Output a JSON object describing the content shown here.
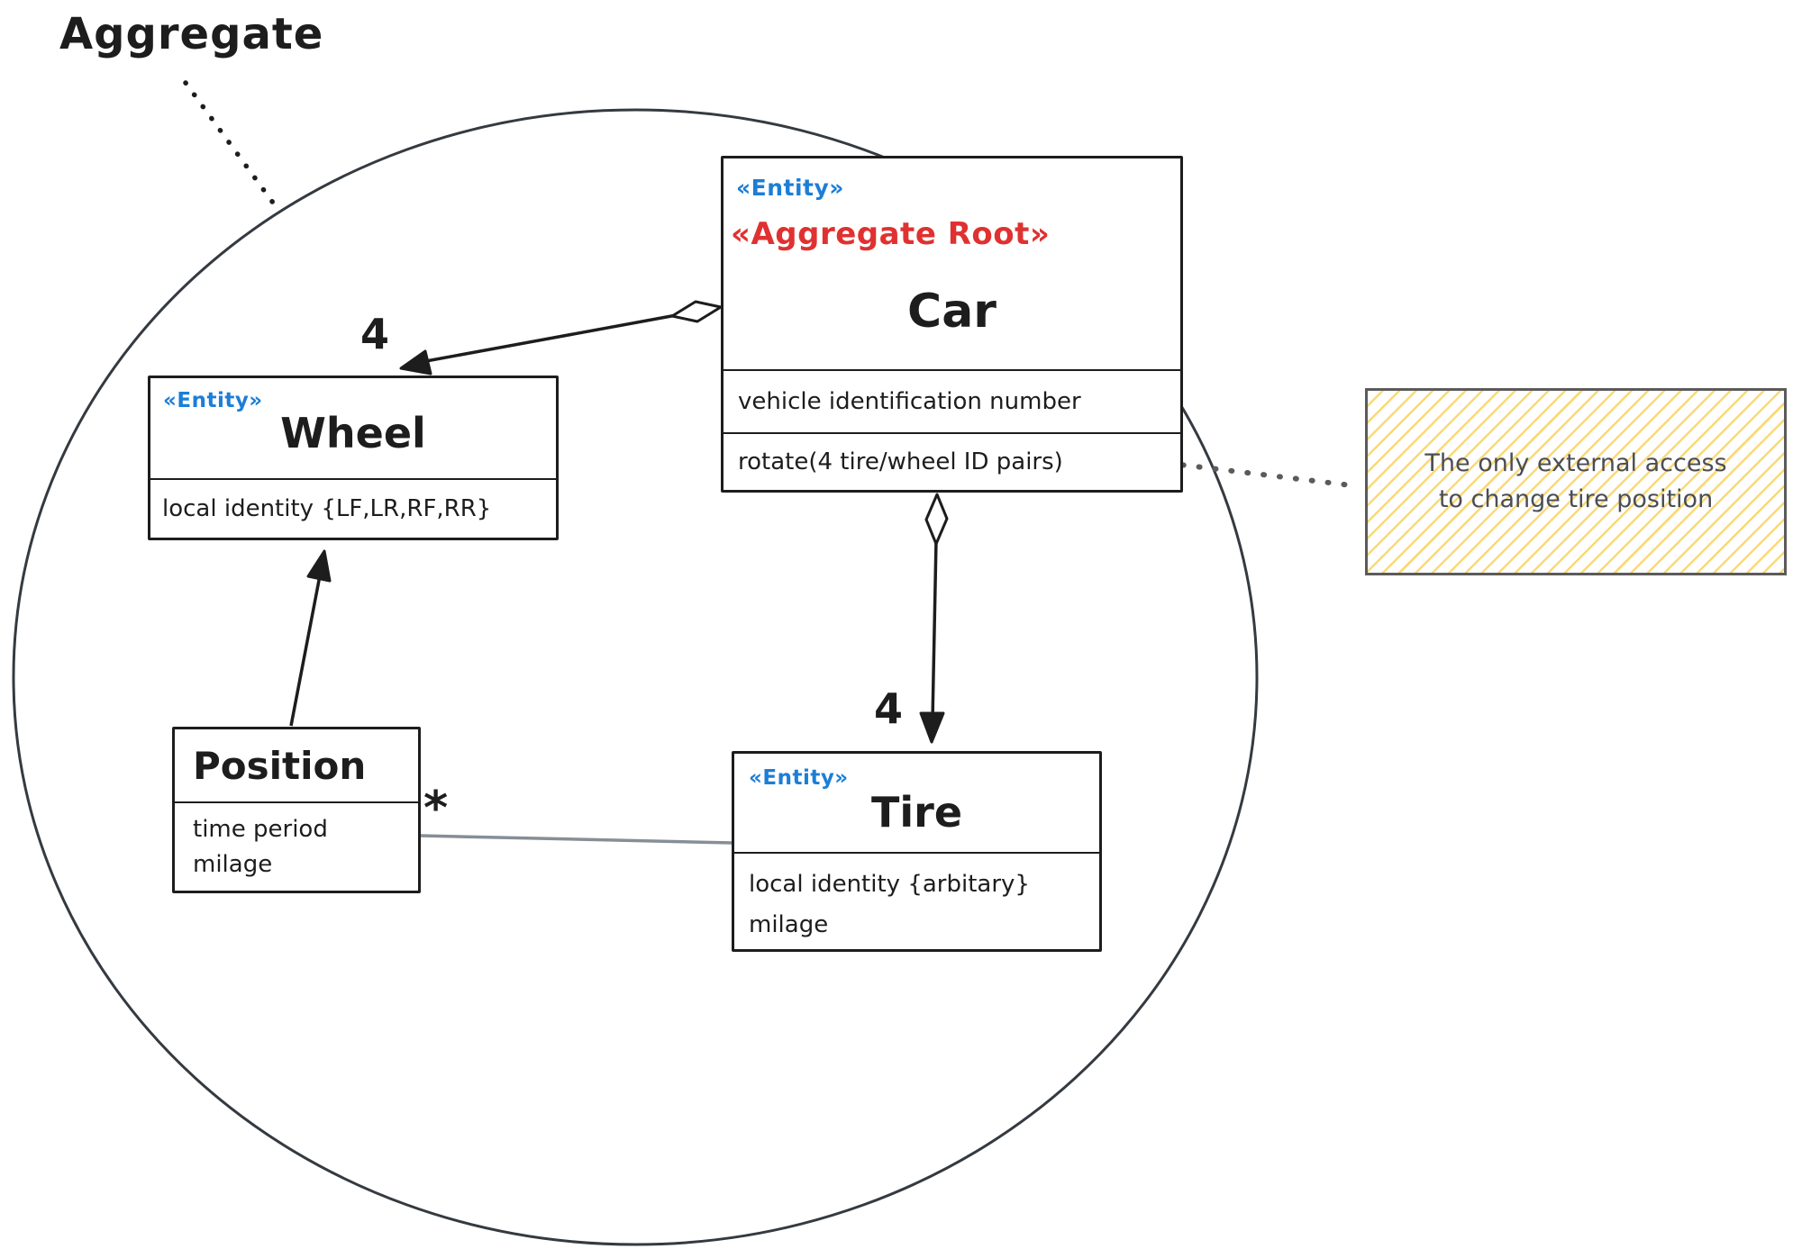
{
  "diagram": {
    "aggregate_label": "Aggregate",
    "classes": {
      "car": {
        "stereotype_entity": "«Entity»",
        "stereotype_root": "«Aggregate Root»",
        "name": "Car",
        "attributes": [
          "vehicle identification number"
        ],
        "operations": [
          "rotate(4 tire/wheel ID pairs)"
        ]
      },
      "wheel": {
        "stereotype_entity": "«Entity»",
        "name": "Wheel",
        "attributes": [
          "local identity {LF,LR,RF,RR}"
        ]
      },
      "position": {
        "name": "Position",
        "attributes": [
          "time period",
          "milage"
        ]
      },
      "tire": {
        "stereotype_entity": "«Entity»",
        "name": "Tire",
        "attributes": [
          "local identity {arbitary}",
          "milage"
        ]
      }
    },
    "multiplicities": {
      "car_wheel": "4",
      "car_tire": "4",
      "position_tire": "*"
    },
    "note": {
      "lines": [
        "The only external access",
        "to change tire position"
      ]
    },
    "colors": {
      "entity_blue": "#1c7ed6",
      "aggregate_root_red": "#e03131",
      "stroke_black": "#1d1d1d",
      "boundary_circle": "#343a40",
      "note_border": "#5b5b5b",
      "note_text": "#4a4e54",
      "note_hatch_yellow": "#fad569",
      "association_gray": "#868e96"
    }
  }
}
